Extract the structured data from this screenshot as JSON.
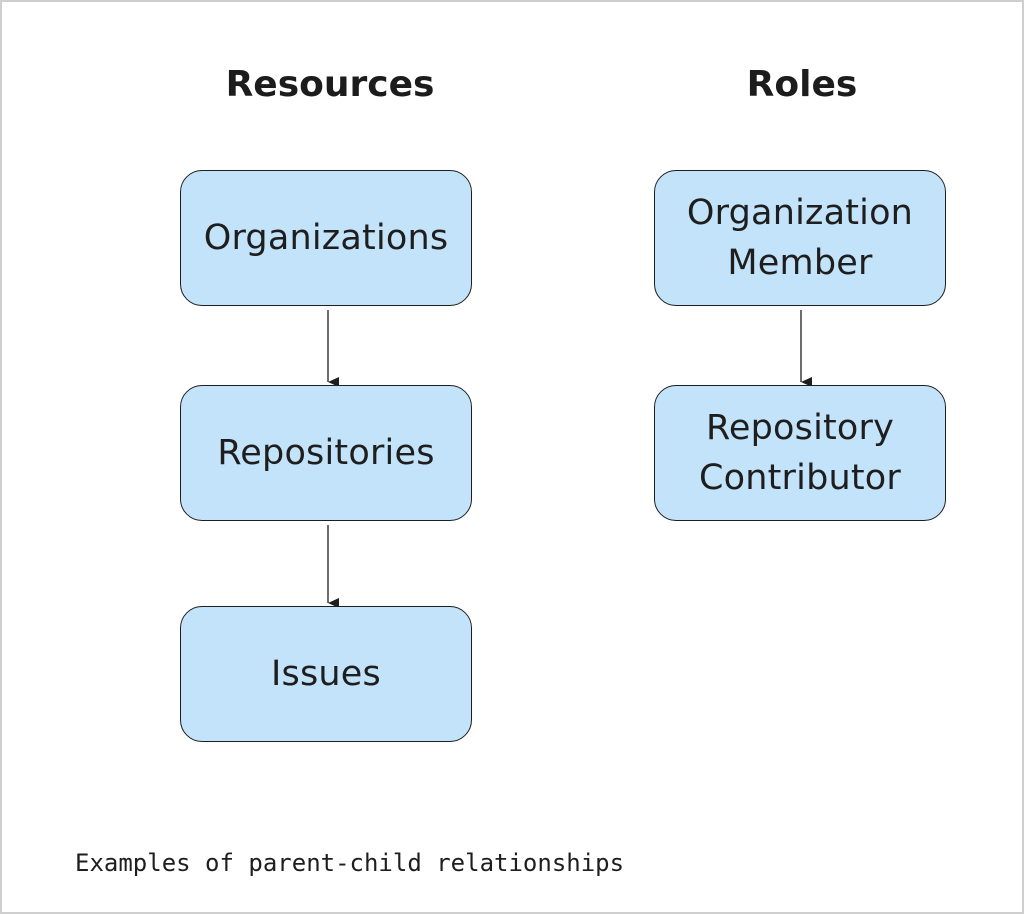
{
  "columns": {
    "resources": {
      "title": "Resources",
      "nodes": [
        "Organizations",
        "Repositories",
        "Issues"
      ]
    },
    "roles": {
      "title": "Roles",
      "nodes": [
        "Organization\nMember",
        "Repository\nContributor"
      ]
    }
  },
  "edges": [
    {
      "from": "Organizations",
      "to": "Repositories"
    },
    {
      "from": "Repositories",
      "to": "Issues"
    },
    {
      "from": "Organization Member",
      "to": "Repository Contributor"
    }
  ],
  "caption": "Examples of parent-child relationships",
  "colors": {
    "node_fill": "#c3e3fa",
    "node_border": "#1e1e1e",
    "text": "#1e1e1e"
  }
}
